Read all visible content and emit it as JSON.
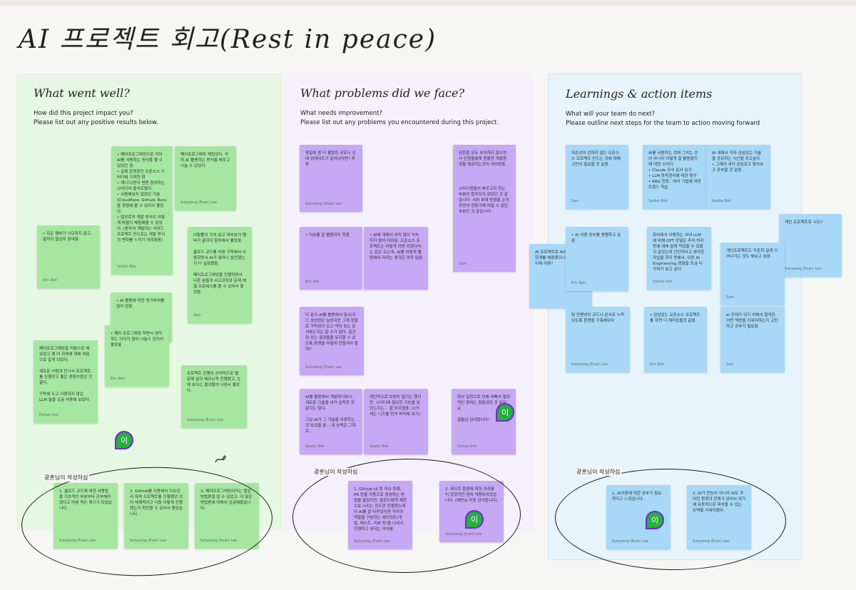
{
  "board": {
    "title": "AI 프로젝트 회고(Rest in peace)"
  },
  "columns": [
    {
      "title": "What went well?",
      "prompt_line1": "How did this project impact you?",
      "prompt_line2": "Please list out any positive results below.",
      "color": "#e6f7e3"
    },
    {
      "title": "What problems did we face?",
      "prompt_line1": "What needs improvement?",
      "prompt_line2": "Please list out any problems you encountered during this project.",
      "color": "#f5f1fc"
    },
    {
      "title": "Learnings & action items",
      "prompt_line1": "What will your team do next?",
      "prompt_line2": "Please outline next steps for the team to action moving forward",
      "color": "#e7f4fb"
    }
  ],
  "notes": {
    "g1": {
      "text": "• 페어프로그래밍으로 각자 AI를 사용하는 방식을 볼 수 있었던 점.\n• 실제 운영중인 오픈소스 스터디에 기여한 점\n• 캐니디/랑국 변환 참여하는 스터디라 흥미로웠다.\n• 사용해보지 않았던 기술(Cloudflare, Github, Bun)을 경험해 볼 수 있어서 좋았다.\n• 얼모로의 개발 방식이 어떻게 바뀔지 체험해볼 수 있었다. (혼자서 개발하는 사이드 프로젝트 만으로는 개발 방식의 변화를 느끼기 어려웠음)",
      "author": "Seokin Bok"
    },
    "g2": {
      "text": "페어프로그래밍 재밌었다. 각자 AI 활용하는 방식을 배우고 나눌 수 있었다",
      "author": "Suhyeong (Evan) Lee"
    },
    "g3": {
      "text": "• 모든 멤버가 낙오하지 않고, 끝까지 열심히 참여함.",
      "author": "Eric Noh"
    },
    "g4": {
      "text": "이탈률이 거의 없고 대부분의 멤버가 끝까지 참여해서 좋았음.\n\n클로드 코드를 처음 구독해서 사용하면서 AI가 얼마나 발전했는지 더 실감했음.\n\n페어프로그래밍을 진행하면서 다른 분들의 사고과정과 문제 해결 프로세스를 볼 수 있어서 좋았음",
      "author": "Sam"
    },
    "g5": {
      "text": "• AI 활용에 대한 동기부여를 많이 얻음",
      "author": ""
    },
    "g6": {
      "text": "• 페어 프로그래밍 하면서 생각하는 이야기 많이 나눌수 있어서 좋았음",
      "author": "Eric Noh"
    },
    "g7": {
      "text": "페어프로그래밍을 처음으로 해보았고 꽤 어 자체에 대해 처음으로 알게 되었다.\n\n새로운 사람과 만나서 프로젝트를 진행하고 좋은 경험이었던 것 같다.\n\n구독해 두고 사용하지 않던 LLM 들을 조금 사용해 보았다.",
      "author": "Dichan Kim"
    },
    "g8": {
      "text": "프로젝트 진행이 상대적으로 별 문제 없이 해프닝적 진행됐고, 눈에 보이는 결과물이 나와서 좋았다.",
      "author": "Suhyeong (Evan) Lee"
    },
    "g9": {
      "text": "1. 클로드 코드에 대한 사용법을 기초적인 부분부터 공부해야겠다고 마음 먹은 계기가 되었습니다.",
      "author": "Suhyeong (Evan) Lee"
    },
    "g10": {
      "text": "2. Github를 사용해서 이슈관리 하며 프로젝트를 진행했던 것이 체계적이고 다들 어떻게 진행했는지 확인할 수 있어서 좋았습니다.",
      "author": "Suhyeong (Evan) Lee"
    },
    "g11": {
      "text": "3. 페어프로그래밍이라는 협업 방법론을 알 수 있었고, 더 많은 방법론에 대해서 궁금해졌습니다.",
      "author": "Suhyeong (Evan) Lee"
    },
    "p1": {
      "text": "평일에 좀 더 활발한 공유나 상태 업데이트가 일어났다면? 후후",
      "author": "Suhyeong (Evan) Lee"
    },
    "p2": {
      "text": "권한을 모두 부여하지 않으면서 인원들에게 원활한 개발환경을 제공하는것이 어려웠음.",
      "author": "Sam"
    },
    "p3": {
      "text": "스터디원들이 배우고자 하는 부분이 합치되지 않았던 것 같습니다. 서차 후에 방향을 논의하면서 정했기에 어떨 수 없던 부분인 것 같습니다.",
      "author": "Sam"
    },
    "p4": {
      "text": "• 이슈를 잘 활용하지 못함",
      "author": "Eric Noh"
    },
    "p5": {
      "text": "• AI에 대해서 아직 많이 익숙하지 않아 어려움. 오픈소스 프로젝트는 어떻게 하면 되겠다라는 감은 오는데, AI를 이렇게 활용해야 자라는 생각은 아직 없음",
      "author": ""
    },
    "p6": {
      "text": "다 같이 AI를 활용해서 문서/코드 생산량은 늘었지만 그게 정말로 가독성이 있고 약이 있는 문서였는지는 알 수가 없다. 일관된 있는 결과물을 유지할 수 있도록 환경을 어떻게 만들어야 할까?",
      "author": "Suhyeong (Evan) Lee"
    },
    "p7": {
      "text": "AI를 활용해서 개발하다보니, 새로운 기술을 내가 습득한 것같지는 않다.\n\n그냥 AI가 그 기술을 이용하는 것 보았을 뿐... 내 능력은 그대로...",
      "author": "Seokin Bok"
    },
    "p8": {
      "text": "개인적으로 브랜치 밀기는 했지만, 스터디에 필요한 기능을 넣었는지는... 잘 모르겠음. (2가래는 니즈를 먼저 파악해 보기)",
      "author": "Seokin Bok"
    },
    "p9": {
      "text": "회사 일정으로 인해 바빠서 열정적인 참여는 힘들었던 것 같아요.\n\n결돌님 감사합니다!",
      "author": "Dichan Kim"
    },
    "p10": {
      "text": "1. Github cli 등 이슈 등록, PR 등을 자동으로 생성하는 방법을 알았지만, 클로드에게 제한으로 시키는 정도만 진행했는데다 AI를 잘 다루었다면 각자의 역할을 구분하는 에이전트(개발, 테스트, 리뷰 등)을 나눠서 진행하고 싶다는 아쉬움",
      "author": "Suhyeong (Evan) Lee"
    },
    "p11": {
      "text": "2. 테스트 환경에 대한 아쉬움이 있었지만 점차 적용되어갔습니다. (예반님 자원 감사합니다)",
      "author": "Suhyeong (Evan) Lee"
    },
    "b1": {
      "text": "의존성이 강하지 않는 오픈소스 프로젝트 만드는 것에 대해 고민이 필요할 것 같음.",
      "author": "Sam"
    },
    "b2": {
      "text": "AI를 사용하는 것에 그치는 것 이 아니라 어떻게 잘 활용할지 에 대한 스터디\n• Claude 공식 문서 읽기\n• LLM 동작원리에 대한 탐구\n• RAG 등등.. 여러 기법에 대한 트렌드 학습",
      "author": "Seokin Bok"
    },
    "b3": {
      "text": "AI 내에서 각자 관심있는 기술을 공유하는 시간을 갖고싶다.\n• 그래야 내가 관심갖고 찾아보고 공부할 것 같음...",
      "author": "Seokin Bok"
    },
    "b4": {
      "text": "개인 프로젝트로 시도?",
      "author": "Suhyeong (Evan) Lee"
    },
    "b5": {
      "text": "AI 프로젝트로 AI의 기능성과 한계를 체험했으니/잊었으니 이제 이론?",
      "author": ""
    },
    "b6": {
      "text": "• AI 이론 공부를 병행하고 싶음",
      "author": "Eric Noh"
    },
    "b7": {
      "text": "회사에서 사용하는 사내 LLM 에 비해 GPT 모델은 추석 처리 등에 대해 쉽게 작업할 수 있을 것 같았는데 간단하다고 생각한 작업을 하지 못해서, 이런 AI Engineering 경험을 조금 더 가져가 보고 싶다.",
      "author": "Dichan Kim"
    },
    "b8": {
      "text": "개인프로젝트도 꾸준히 길게 이어나가는 것도 해보고 싶음",
      "author": "Sam"
    },
    "b9": {
      "text": "팀 컨벤션이 코드나 문서로 누적되도록 환경을 구축해보자",
      "author": "Suhyeong (Evan) Lee"
    },
    "b10": {
      "text": "• 관심있는 오픈소스 프로젝트를 하면 더 재미있을것 같음.",
      "author": "Eric Noh"
    },
    "b11": {
      "text": "ai 인재가 되기 위해서 철저한 어떤 역량을 키워야하는지 고민하고 공부가 필요함.",
      "author": "Sam"
    },
    "b12": {
      "text": "1. AI이론에 대한 공부가 필요하다고 느꼈습니다.",
      "author": "Suhyeong (Evan) Lee"
    },
    "b13": {
      "text": "2. AI가 만능이 아니라 AI도 주어진 환경과 한계가 있어서 여기에 유동적으로 대처할 수 있는 능력을 키워야겠다..",
      "author": "Suhyeong (Evan) Lee"
    }
  },
  "groups": {
    "g_label": "광훈님이 작성하심",
    "p_label": "광훈님이 작성하심",
    "b_label": "광훈님이 작성하심"
  },
  "avatar": {
    "initial": "이",
    "color": "#27ae3f",
    "border": "#6c2ccf"
  }
}
